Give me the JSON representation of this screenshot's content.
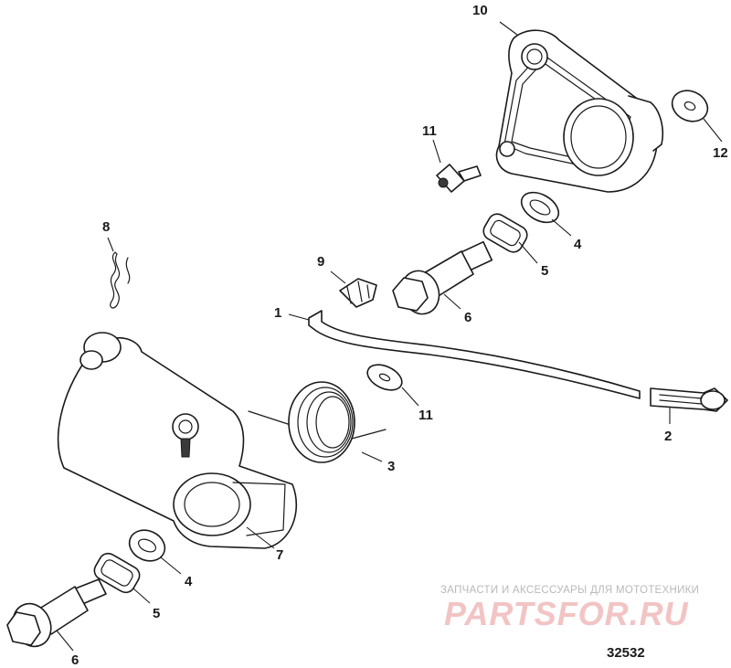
{
  "diagram": {
    "figure_number": "32532",
    "callouts": {
      "c1": "1",
      "c2": "2",
      "c3": "3",
      "c4a": "4",
      "c4b": "4",
      "c5a": "5",
      "c5b": "5",
      "c6a": "6",
      "c6b": "6",
      "c7": "7",
      "c8": "8",
      "c9": "9",
      "c10": "10",
      "c11a": "11",
      "c11b": "11",
      "c12": "12"
    }
  },
  "watermark": {
    "tagline": "ЗАПЧАСТИ И АКСЕССУАРЫ ДЛЯ МОТОТЕХНИКИ",
    "logo_text": "PARTSFOR.RU"
  },
  "colors": {
    "line": "#1a1a1a",
    "watermark_logo": "#f2c4c4",
    "watermark_text": "#b9b9b9"
  }
}
